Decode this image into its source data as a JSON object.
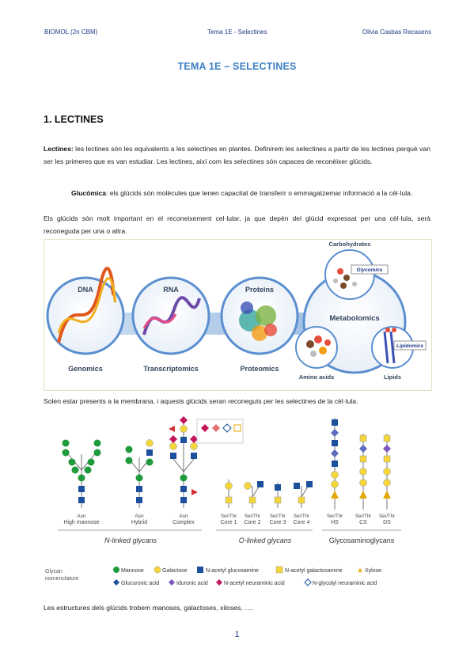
{
  "header": {
    "left": "BIOMOL (2n CBM)",
    "center": "Tema 1E - Selectines",
    "right": "Olivia Casbas Recasens"
  },
  "title": "TEMA 1E – SELECTINES",
  "section1": {
    "heading": "1. LECTINES"
  },
  "para1": {
    "term": "Lectines:",
    "text": " les lectines són les equivalents a les selectines en plantes. Definirem les selectines a partir de les lectines perquè van ser les primeres que es van estudiar. Les lectines, així com les selectines són capaces de reconèixer glúcids."
  },
  "para2": {
    "term": "Glucòmica",
    "text": ": els glúcids són molècules que tenen capacitat de transferir o emmagatzemar informació a la cèl·lula."
  },
  "para3": "Els glúcids són molt important en el reconeixement cel·lular, ja que depèn del glúcid expressat per una cèl·lula, serà reconeguda per una o altra.",
  "figure1": {
    "nodes": [
      "DNA",
      "RNA",
      "Proteins",
      "Metabolomics"
    ],
    "captions": [
      "Genomics",
      "Transcriptomics",
      "Proteomics"
    ],
    "carbohydrates": "Carbohydrates",
    "glycomics": "Glycomics",
    "lipidomics": "Lipidomics",
    "amino_acids": "Amino acids",
    "lipids": "Lipids"
  },
  "para4": "Solen estar presents a la membrana, i aquests glúcids seran reconeguts per les selectines de la cèl·lula.",
  "figure2": {
    "n_labels": [
      "High mannose",
      "Hybrid",
      "Complex"
    ],
    "asn": "Asn",
    "n_group": "N-linked glycans",
    "o_labels": [
      "Core 1",
      "Core 2",
      "Core 3",
      "Core 4"
    ],
    "serthr": "Ser/Thr",
    "o_group": "O-linked glycans",
    "g_labels": [
      "HS",
      "CS",
      "DS"
    ],
    "g_group": "Glycosaminoglycans",
    "nomenclature": [
      "Glycan",
      "nomenclature"
    ],
    "legend_row1": [
      "Mannose",
      "Galactose",
      "N-acetyl glucosamine",
      "N-acetyl galactosamine",
      "Xylose"
    ],
    "legend_row2": [
      "Glucuronic acid",
      "Iduronic acid",
      "N-acetyl neuraminic acid",
      "N-glycolyl neuraminic acid"
    ]
  },
  "para5": "Les estructures dels glúcids trobem manoses, galactoses, xiloses, ….",
  "page_number": "1",
  "colors": {
    "heading_blue": "#3b7fc4",
    "header_blue": "#1f3b86",
    "mannose": "#1f9a3c",
    "galactose": "#f4d63a",
    "glcnac": "#1c4f9c",
    "sialic": "#c2185b",
    "fucose": "#d32f2f"
  }
}
